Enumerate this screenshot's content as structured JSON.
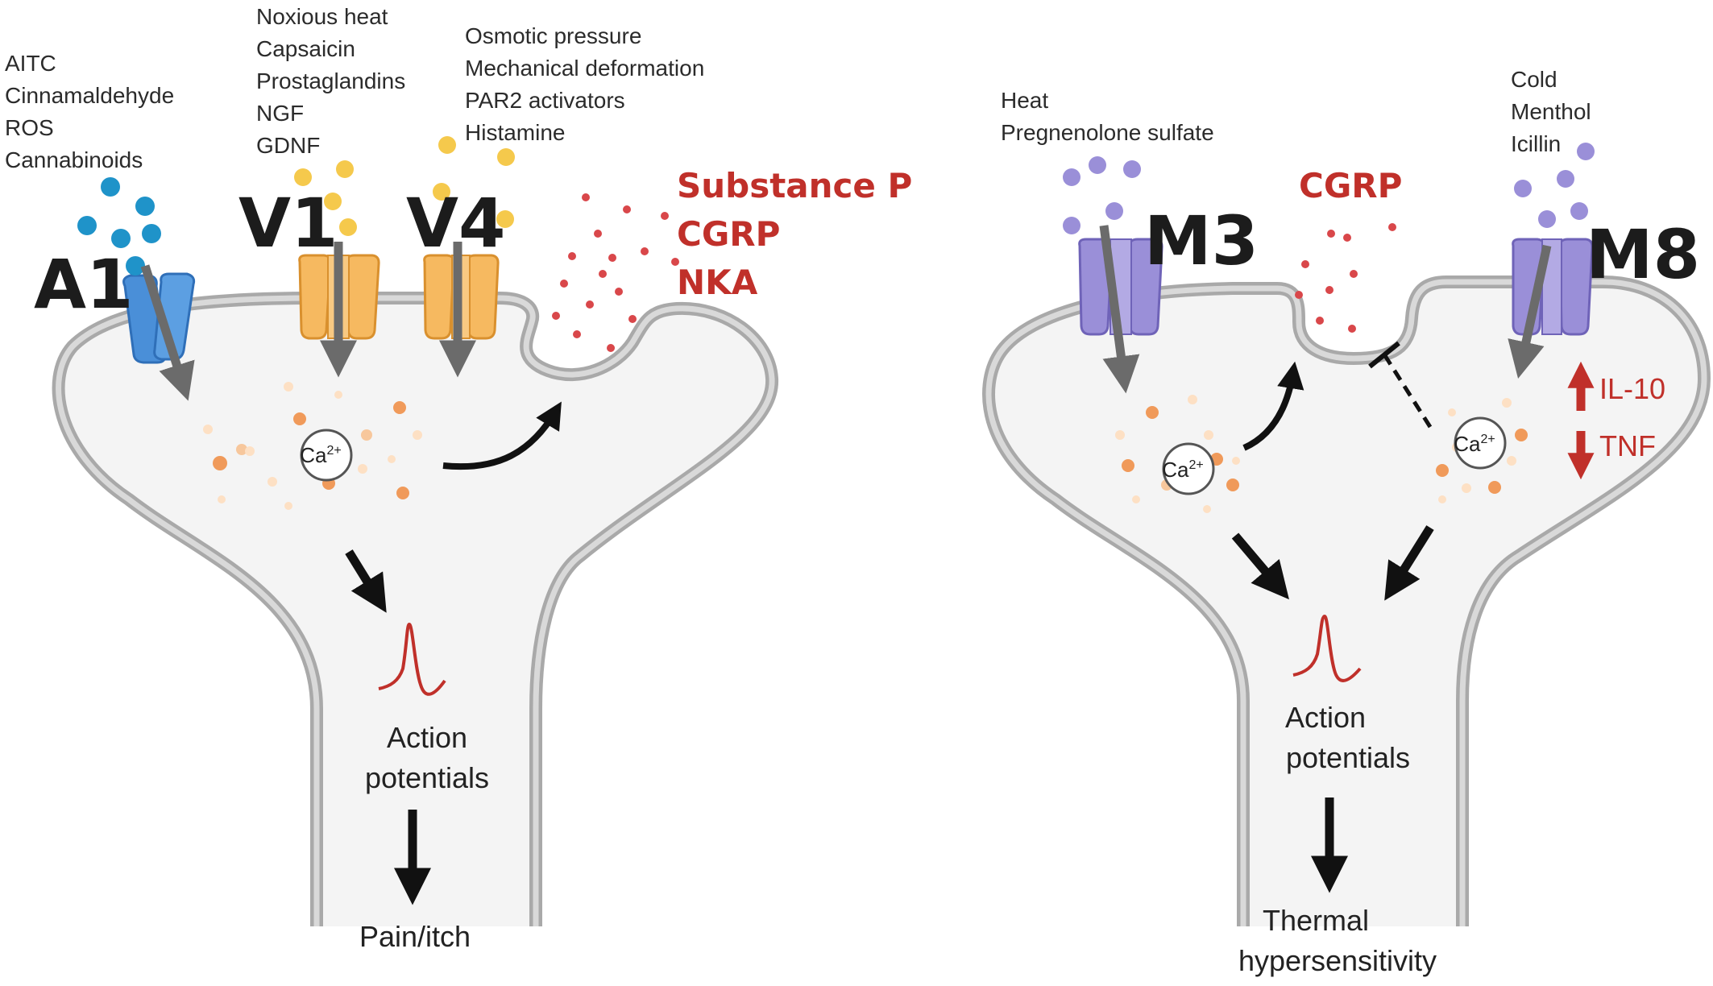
{
  "left_panel": {
    "stimuli_a1": [
      "AITC",
      "Cinnamaldehyde",
      "ROS",
      "Cannabinoids"
    ],
    "stimuli_v1": [
      "Noxious heat",
      "Capsaicin",
      "Prostaglandins",
      "NGF",
      "GDNF"
    ],
    "stimuli_v4": [
      "Osmotic pressure",
      "Mechanical deformation",
      "PAR2 activators",
      "Histamine"
    ],
    "channel_labels": {
      "a1": "A1",
      "v1": "V1",
      "v4": "V4"
    },
    "neuropeptides": [
      "Substance P",
      "CGRP",
      "NKA"
    ],
    "calcium": {
      "base": "Ca",
      "charge": "2+"
    },
    "action_potentials": [
      "Action",
      "potentials"
    ],
    "outcome": "Pain/itch"
  },
  "right_panel": {
    "stimuli_m3": [
      "Heat",
      "Pregnenolone sulfate"
    ],
    "stimuli_m8": [
      "Cold",
      "Menthol",
      "Icillin"
    ],
    "channel_labels": {
      "m3": "M3",
      "m8": "M8"
    },
    "neuropeptide": "CGRP",
    "calcium": {
      "base": "Ca",
      "charge": "2+"
    },
    "cytokines": [
      {
        "label": "IL-10",
        "direction": "up"
      },
      {
        "label": "TNF",
        "direction": "down"
      }
    ],
    "action_potentials": [
      "Action",
      "potentials"
    ],
    "outcome": [
      "Thermal",
      "hypersensitivity"
    ]
  },
  "colors": {
    "trpa1": "#4a8fd8",
    "trpv": "#f6b960",
    "trpm": "#9a8fd8",
    "neuropeptide": "#c0302a",
    "calcium_ion": "#f09a5a",
    "membrane": "#a9a9a9",
    "cytoplasm": "#f4f4f4"
  }
}
